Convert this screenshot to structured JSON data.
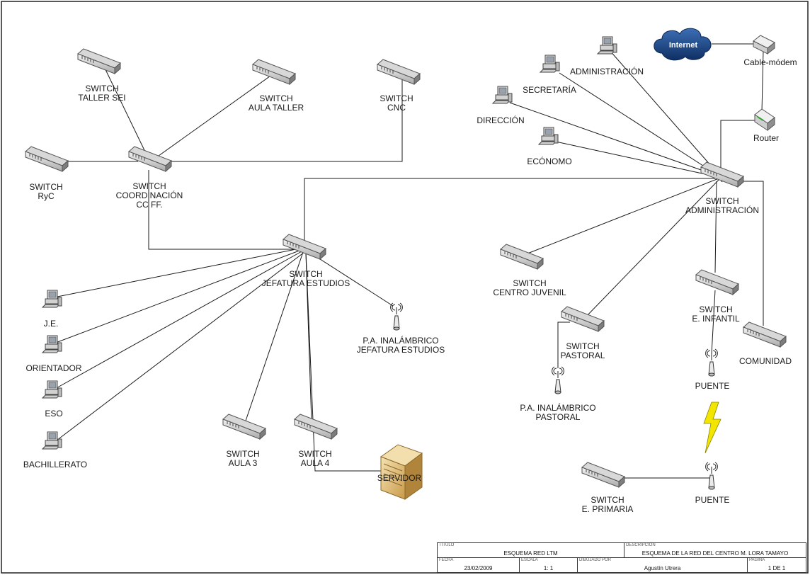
{
  "internet_label": "Internet",
  "labels": {
    "switch_taller_sei": "SWITCH\nTALLER SEI",
    "switch_aula_taller": "SWITCH\nAULA TALLER",
    "switch_cnc": "SWITCH\nCNC",
    "switch_ryc": "SWITCH\nRyC",
    "switch_coordinacion": "SWITCH\nCOORDINACIÓN\nCC FF.",
    "switch_jefatura": "SWITCH\nJEFATURA ESTUDIOS",
    "switch_administracion": "SWITCH\nADMINISTRACIÓN",
    "switch_centro_juvenil": "SWITCH\nCENTRO JUVENIL",
    "switch_pastoral": "SWITCH\nPASTORAL",
    "switch_e_infantil": "SWITCH\nE. INFANTIL",
    "comunidad": "COMUNIDAD",
    "switch_aula3": "SWITCH\nAULA 3",
    "switch_aula4": "SWITCH\nAULA 4",
    "servidor": "SERVIDOR",
    "switch_e_primaria": "SWITCH\nE. PRIMARIA",
    "administracion_pc": "ADMINISTRACIÓN",
    "secretaria_pc": "SECRETARÍA",
    "direccion_pc": "DIRECCIÓN",
    "economo_pc": "ECÓNOMO",
    "cable_modem": "Cable-módem",
    "router": "Router",
    "je_pc": "J.E.",
    "orientador_pc": "ORIENTADOR",
    "eso_pc": "ESO",
    "bachillerato_pc": "BACHILLERATO",
    "pa_jefatura": "P.A. INALÁMBRICO\nJEFATURA ESTUDIOS",
    "pa_pastoral": "P.A. INALÁMBRICO\nPASTORAL",
    "puente_top": "PUENTE",
    "puente_bottom": "PUENTE"
  },
  "title_block": {
    "titulo_caption": "TITULO",
    "titulo_value": "ESQUEMA RED LTM",
    "descripcion_caption": "DESCRIPCIÓN",
    "descripcion_value": "ESQUEMA DE LA RED DEL CENTRO M. LORA TAMAYO",
    "fecha_caption": "FECHA",
    "fecha_value": "23/02/2009",
    "escala_caption": "ESCALA",
    "escala_value": "1: 1",
    "dibujado_caption": "DIBUJADO POR",
    "dibujado_value": "Agustín Utrera",
    "pagina_caption": "PAGINA",
    "pagina_value": "1 DE 1"
  },
  "colors": {
    "line": "#1a1a1a",
    "device_light": "#e8e8e8",
    "device_dark": "#8a8a8a",
    "cloud": "#1f4e8f",
    "server": "#e6c98a",
    "lightning": "#f2e600"
  }
}
